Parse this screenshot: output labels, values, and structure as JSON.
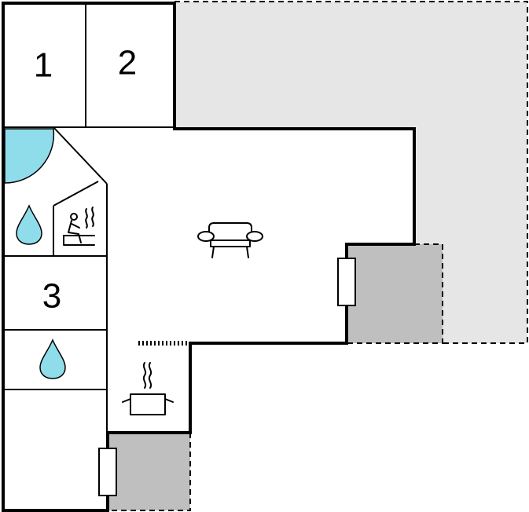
{
  "floorplan": {
    "rooms": [
      {
        "label": "1"
      },
      {
        "label": "2"
      },
      {
        "label": "3"
      }
    ],
    "colors": {
      "wall": "#000000",
      "floor": "#ffffff",
      "outdoor_area": "#e6e6e6",
      "terrace": "#bfbfbf",
      "water_blue": "#8fdcea"
    },
    "icons": [
      "shower-icon",
      "water-drop-icon",
      "sauna-icon",
      "sofa-icon",
      "cooking-pot-icon",
      "door-icon"
    ]
  }
}
